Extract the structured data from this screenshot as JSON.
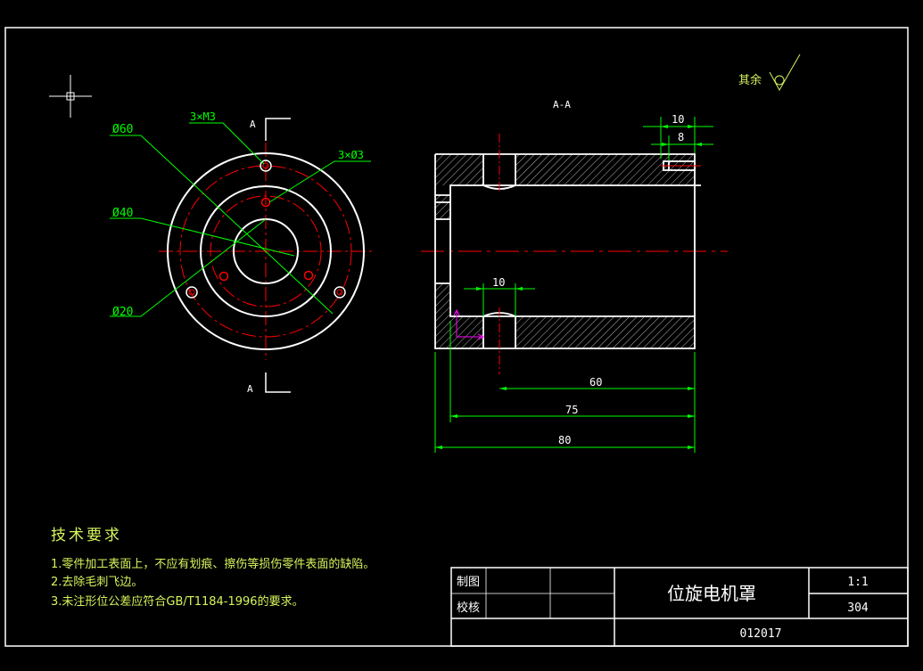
{
  "views": {
    "section_label": "A-A",
    "cut_marker_top": "A",
    "cut_marker_bottom": "A"
  },
  "surface_note": {
    "text": "其余"
  },
  "front_view_dims": {
    "phi60": "Ø60",
    "phi40": "Ø40",
    "phi20": "Ø20",
    "m3": "3×M3",
    "phi3": "3×Ø3"
  },
  "section_dims": {
    "d10_top": "10",
    "d8_top": "8",
    "d10_inner": "10",
    "d60": "60",
    "d75": "75",
    "d80": "80"
  },
  "tech_requirements": {
    "title": "技术要求",
    "items": [
      "1.零件加工表面上，不应有划痕、擦伤等损伤零件表面的缺陷。",
      "2.去除毛刺飞边。",
      "3.未注形位公差应符合GB/T1184-1996的要求。"
    ]
  },
  "title_block": {
    "drawn_label": "制图",
    "check_label": "校核",
    "part_name": "位旋电机罩",
    "scale": "1:1",
    "material": "304",
    "drawing_no": "012017"
  },
  "colors": {
    "background": "#000000",
    "outline": "#ffffff",
    "dimension": "#00ff00",
    "centerline": "#ff0000",
    "hatch": "#00ffff",
    "marker": "#ff00ff"
  }
}
